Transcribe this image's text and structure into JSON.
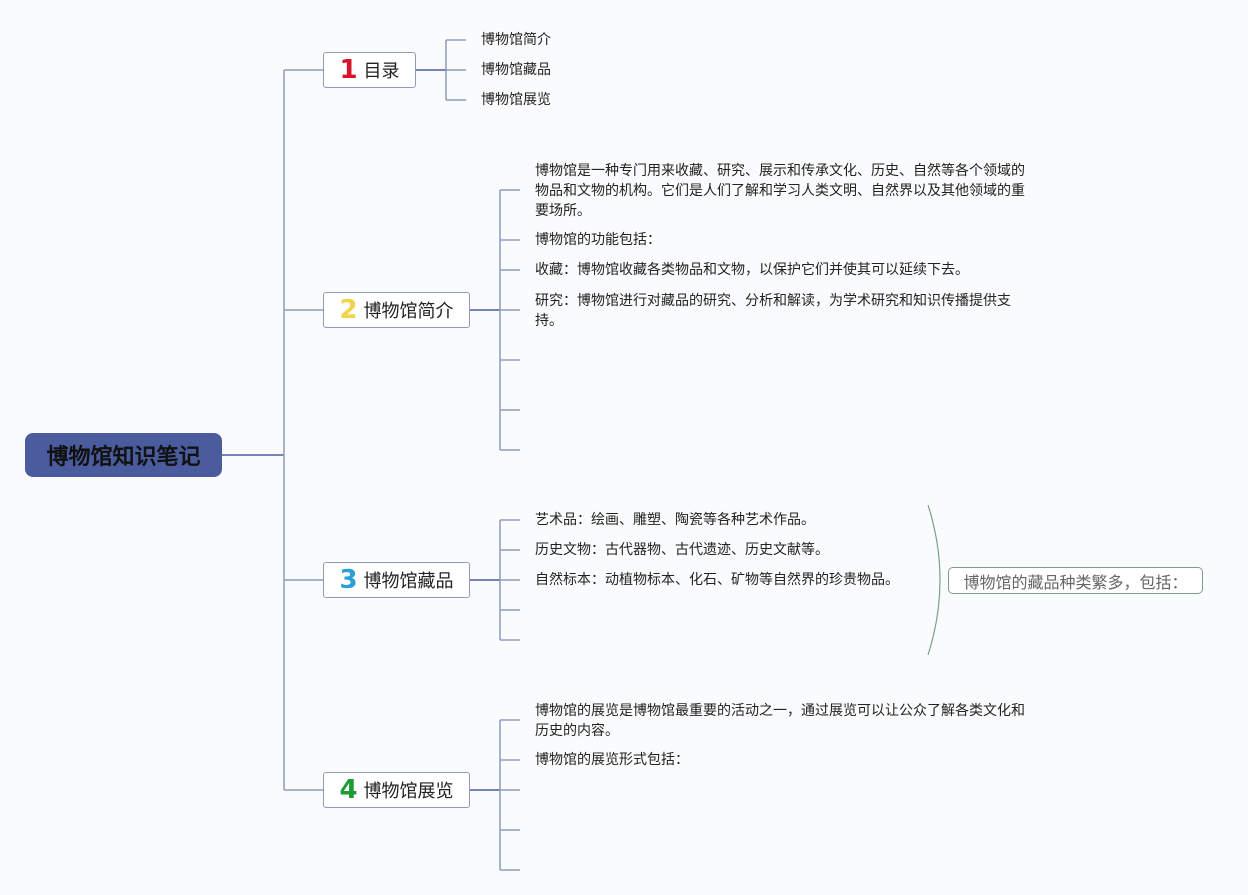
{
  "root": {
    "title": "博物馆知识笔记"
  },
  "colors": {
    "root_fill": "#4a5c9e",
    "line": "#8e9ac0",
    "num1": "#d9122b",
    "num2": "#f2d34a",
    "num3": "#2a9fd8",
    "num4": "#1e9a33",
    "callout_border": "#7aa08c"
  },
  "branches": [
    {
      "num": "1",
      "label": "目录",
      "children": [
        "博物馆简介",
        "博物馆藏品",
        "博物馆展览"
      ]
    },
    {
      "num": "2",
      "label": "博物馆简介",
      "children": [
        "博物馆是一种专门用来收藏、研究、展示和传承文化、历史、自然等各个领域的物品和文物的机构。它们是人们了解和学习人类文明、自然界以及其他领域的重要场所。",
        "博物馆的功能包括：",
        "收藏：博物馆收藏各类物品和文物，以保护它们并使其可以延续下去。",
        "研究：博物馆进行对藏品的研究、分析和解读，为学术研究和知识传播提供支持。"
      ]
    },
    {
      "num": "3",
      "label": "博物馆藏品",
      "children": [
        "艺术品：绘画、雕塑、陶瓷等各种艺术作品。",
        "历史文物：古代器物、古代遗迹、历史文献等。",
        "自然标本：动植物标本、化石、矿物等自然界的珍贵物品。"
      ],
      "summary": "博物馆的藏品种类繁多，包括："
    },
    {
      "num": "4",
      "label": "博物馆展览",
      "children": [
        "博物馆的展览是博物馆最重要的活动之一，通过展览可以让公众了解各类文化和历史的内容。",
        "博物馆的展览形式包括："
      ]
    }
  ]
}
